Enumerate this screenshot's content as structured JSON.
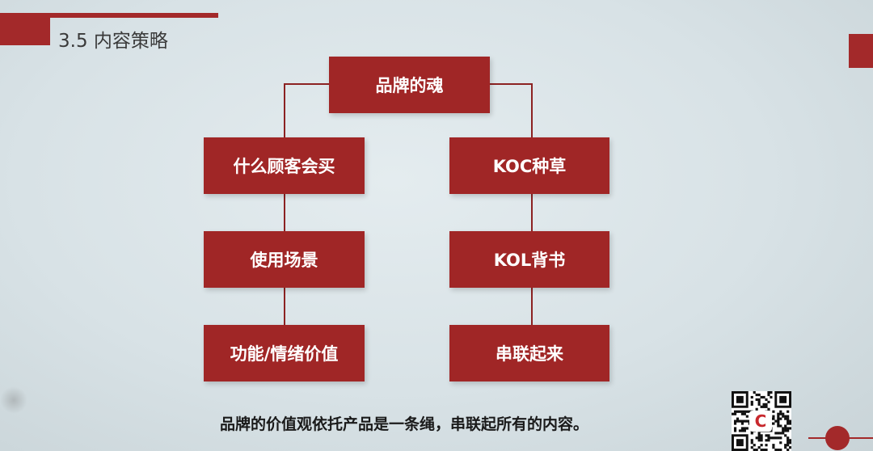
{
  "header": {
    "title": "3.5 内容策略"
  },
  "diagram": {
    "root": "品牌的魂",
    "left": [
      "什么顾客会买",
      "使用场景",
      "功能/情绪价值"
    ],
    "right": [
      "KOC种草",
      "KOL背书",
      "串联起来"
    ]
  },
  "caption": "品牌的价值观依托产品是一条绳，串联起所有的内容。",
  "qr_logo": "C",
  "colors": {
    "accent": "#a3292a",
    "box": "#a02626"
  }
}
